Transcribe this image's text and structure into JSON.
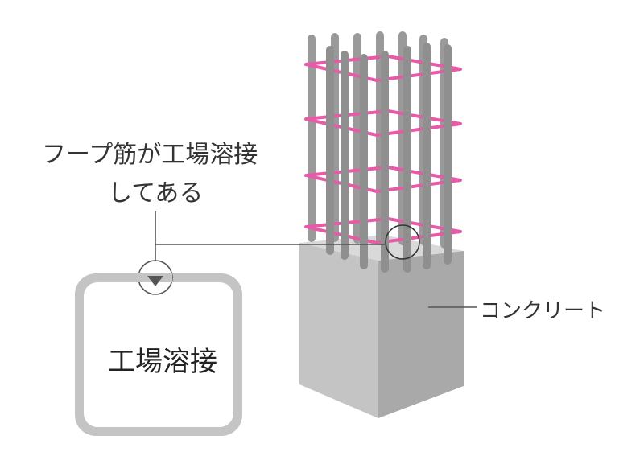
{
  "caption": {
    "line1": "フープ筋が工場溶接",
    "line2": "してある"
  },
  "labels": {
    "concrete": "コンクリート",
    "weld_detail": "工場溶接"
  },
  "colors": {
    "hoop": "#e85aa8",
    "rebar": "#8f8f8f",
    "concrete_front": "#c4c4c4",
    "concrete_side": "#a9a9a9",
    "leader": "#555555"
  }
}
